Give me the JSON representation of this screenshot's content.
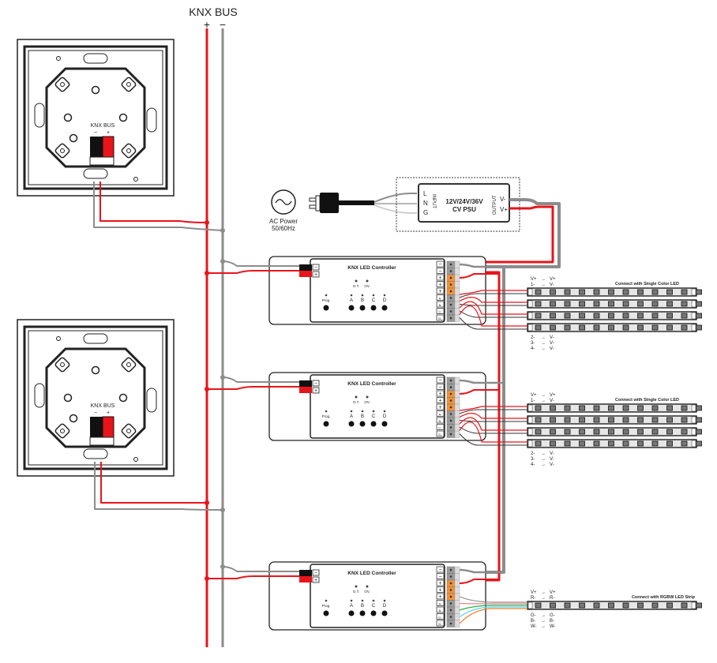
{
  "bus": {
    "title": "KNX BUS",
    "plus": "+",
    "minus": "−",
    "plus_color": "#e8141b",
    "minus_color": "#8c8c8c"
  },
  "panels": [
    {
      "label": "KNX BUS",
      "minus": "−",
      "plus": "+"
    },
    {
      "label": "KNX BUS",
      "minus": "−",
      "plus": "+"
    }
  ],
  "power": {
    "ac_label_1": "AC Power",
    "ac_label_2": "50/60Hz",
    "psu_title_1": "12V/24V/36V",
    "psu_title_2": "CV PSU",
    "input_label": "INPUT",
    "output_label": "OUTPUT",
    "inputs": [
      "L",
      "N",
      "G"
    ],
    "outputs": [
      "V-",
      "V+"
    ]
  },
  "controllers": [
    {
      "title": "KNX LED Controller",
      "status_leds": [
        "O.T.",
        "OV."
      ],
      "buttons": [
        "Prog.",
        "A",
        "B",
        "C",
        "D"
      ],
      "bus_terminals": [
        "−",
        "+"
      ],
      "power_terminals": [
        "−",
        "−",
        "+",
        "+",
        "+"
      ],
      "output_terminals": [
        "A-",
        "B-",
        "C-",
        "D-"
      ],
      "load": {
        "title": "Connect with Single Color LED",
        "top_map": [
          [
            "V+",
            "V+"
          ],
          [
            "1-",
            "V-"
          ]
        ],
        "bottom_map": [
          [
            "2-",
            "V-"
          ],
          [
            "3-",
            "V-"
          ],
          [
            "4-",
            "V-"
          ]
        ],
        "strips": 4
      }
    },
    {
      "title": "KNX LED Controller",
      "status_leds": [
        "O.T.",
        "OV."
      ],
      "buttons": [
        "Prog.",
        "A",
        "B",
        "C",
        "D"
      ],
      "bus_terminals": [
        "−",
        "+"
      ],
      "power_terminals": [
        "−",
        "−",
        "+",
        "+",
        "+"
      ],
      "output_terminals": [
        "A-",
        "B-",
        "C-",
        "D-"
      ],
      "load": {
        "title": "Connect with Single Color LED",
        "top_map": [
          [
            "V+",
            "V+"
          ],
          [
            "1-",
            "V-"
          ]
        ],
        "bottom_map": [
          [
            "2-",
            "V-"
          ],
          [
            "3-",
            "V-"
          ],
          [
            "4-",
            "V-"
          ]
        ],
        "strips": 4
      }
    },
    {
      "title": "KNX LED Controller",
      "status_leds": [
        "O.T.",
        "OV."
      ],
      "buttons": [
        "Prog.",
        "A",
        "B",
        "C",
        "D"
      ],
      "bus_terminals": [
        "−",
        "+"
      ],
      "power_terminals": [
        "−",
        "−",
        "+",
        "+",
        "+"
      ],
      "output_terminals": [
        "A-",
        "B-",
        "C-",
        "D-"
      ],
      "load": {
        "title": "Connect with RGBW LED Strip",
        "top_map": [
          [
            "V+",
            "V+"
          ],
          [
            "R-",
            "R-"
          ]
        ],
        "bottom_map": [
          [
            "G-",
            "G-"
          ],
          [
            "B-",
            "B-"
          ],
          [
            "W-",
            "W-"
          ]
        ],
        "strips": 1
      }
    }
  ],
  "arrow": "→",
  "colors": {
    "red": "#e8141b",
    "gray": "#8c8c8c",
    "orange": "#f39237",
    "green": "#2bb24c",
    "cyan": "#5ad3f0",
    "pink": "#e9858f",
    "wire_orange": "#f07a22"
  }
}
